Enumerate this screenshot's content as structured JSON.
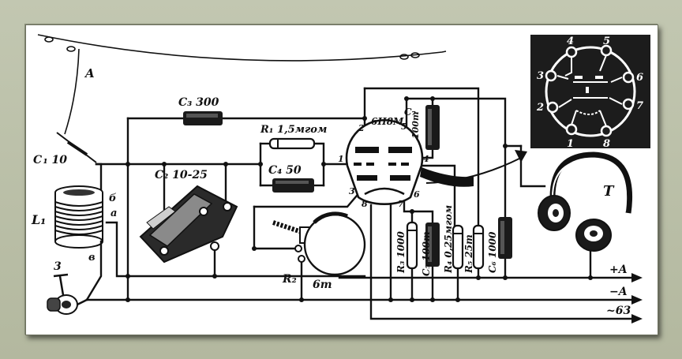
{
  "labels": {
    "antenna": "A",
    "c1": "C ₁ 10",
    "c3": "C₃ 300",
    "r1": "R₁ 1,5мгом",
    "c4": "C₄ 50",
    "c2": "C₂ 10-25",
    "l1": "L₁",
    "coil_b": "б",
    "coil_a": "а",
    "coil_v": "в",
    "ground": "3",
    "r2": "R₂",
    "r2_val": "6т",
    "tube": "6Н8М",
    "c7": "C₇",
    "c7_val": "100т",
    "r3": "R₃ 1000",
    "c5": "C₅ 100т",
    "r4": "R₄ 0,25мгом",
    "r5": "R₅ 25т",
    "c6": "C₆ 1000",
    "phones": "T",
    "plus_a": "+A",
    "minus_a": "−A",
    "ac": "~63"
  },
  "pins": {
    "p1": "1",
    "p2": "2",
    "p3": "3",
    "p4": "4",
    "p5": "5",
    "p6": "6",
    "p7": "7",
    "p8": "8"
  },
  "colors": {
    "ink": "#111111",
    "paper": "#ffffff",
    "frame": "#b9bea7",
    "socket": "#1c1c1c"
  }
}
